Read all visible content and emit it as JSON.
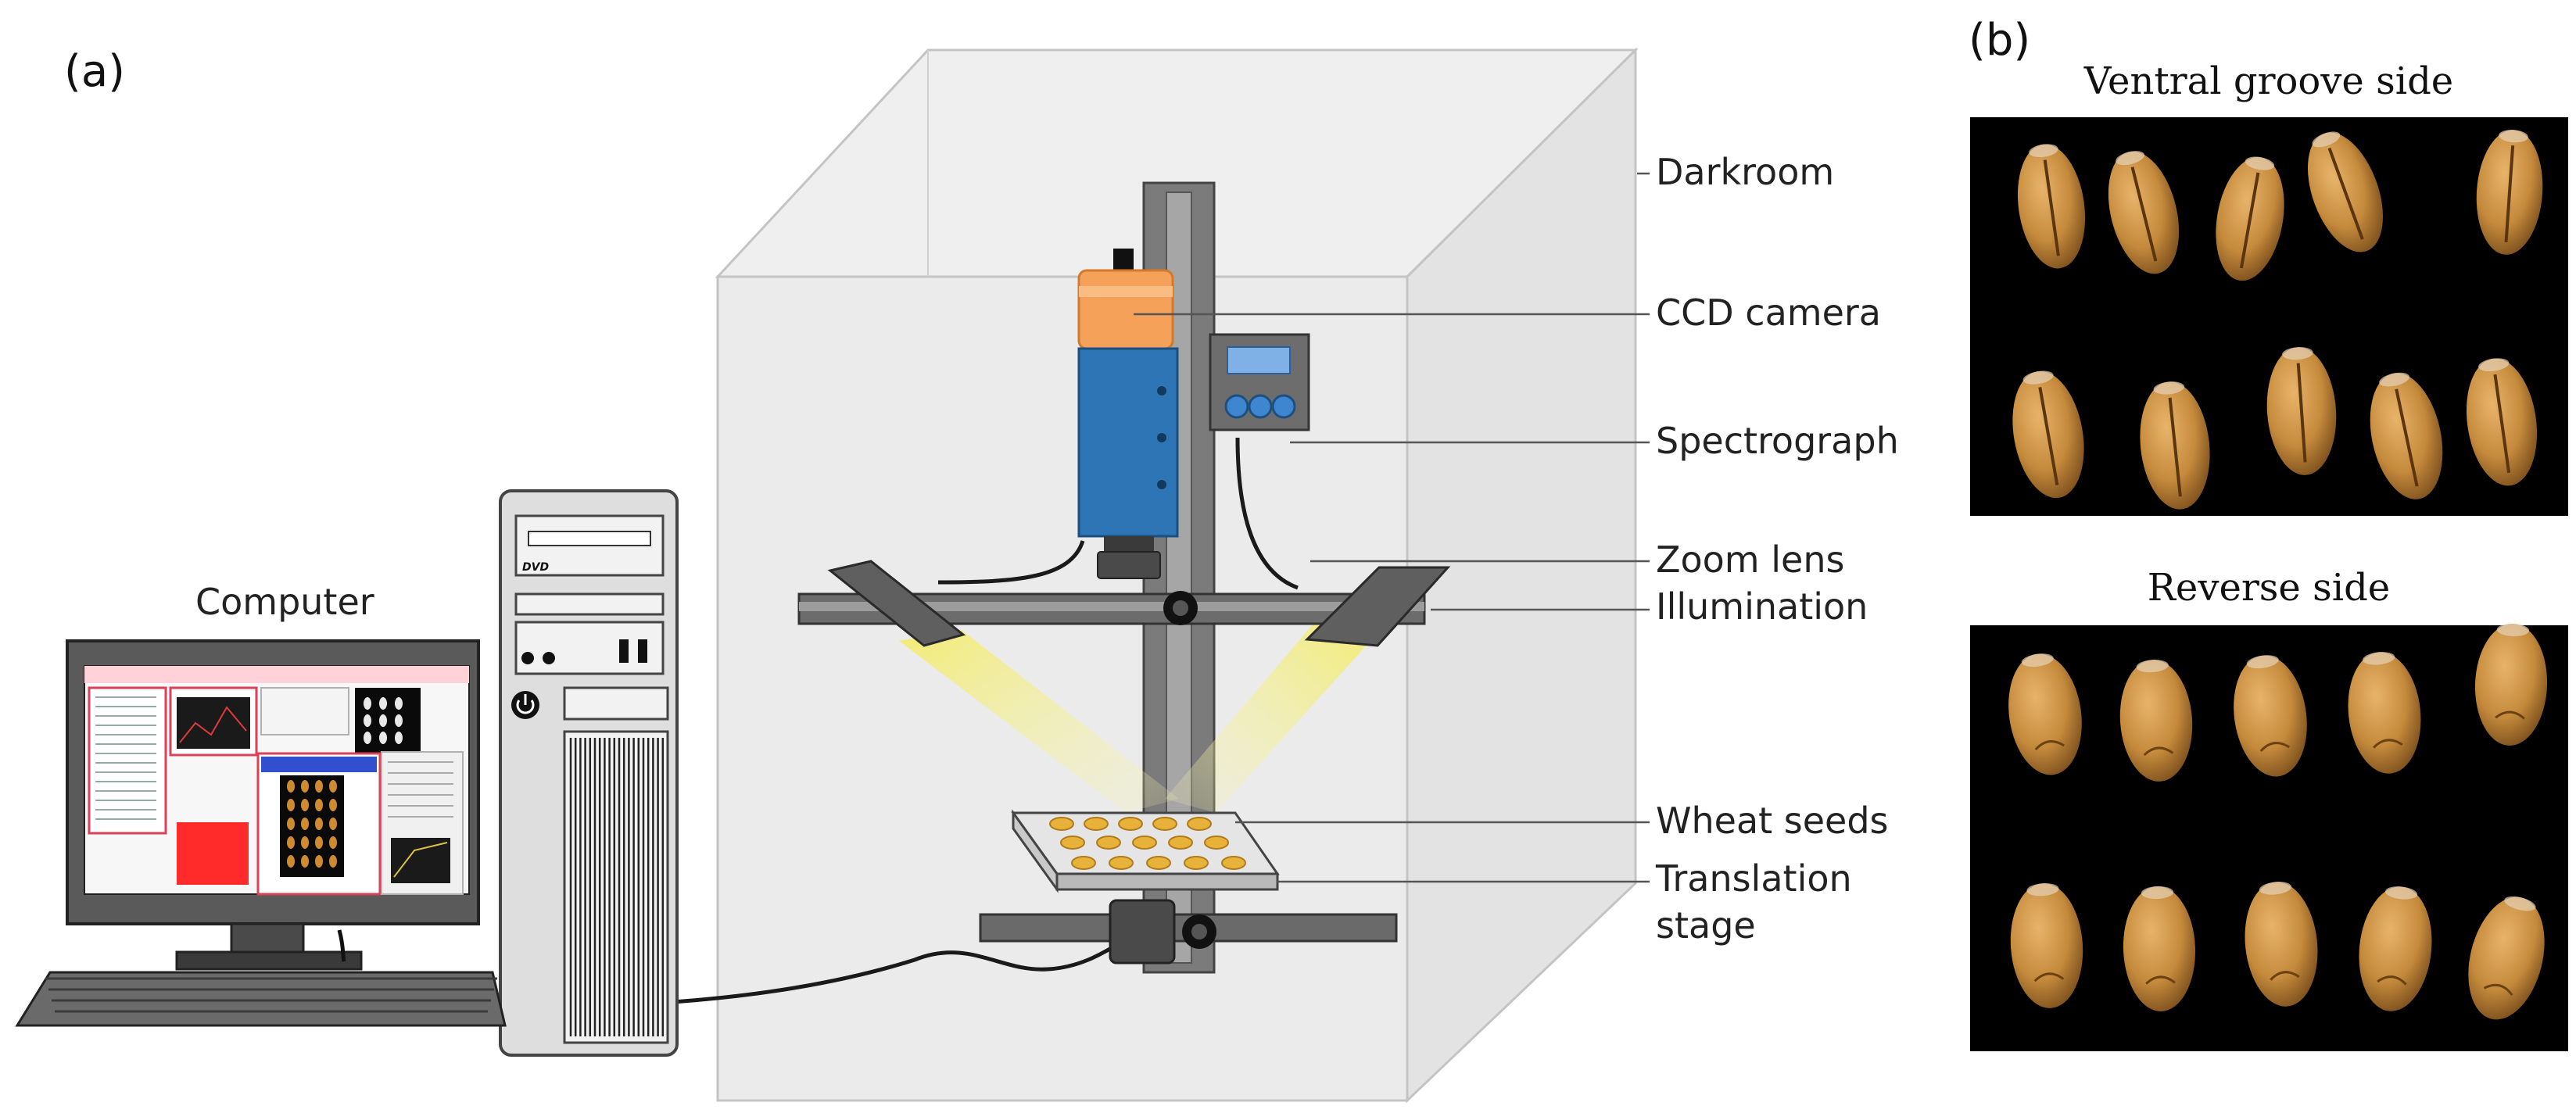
{
  "panel_a": {
    "label": "(a)",
    "computer_label": "Computer",
    "dvd_label": "DVD",
    "callouts": [
      {
        "id": "darkroom",
        "text": "Darkroom"
      },
      {
        "id": "ccd-camera",
        "text": "CCD camera"
      },
      {
        "id": "spectrograph",
        "text": "Spectrograph"
      },
      {
        "id": "zoom-lens",
        "text": "Zoom lens"
      },
      {
        "id": "illumination",
        "text": "Illumination"
      },
      {
        "id": "wheat-seeds",
        "text": "Wheat seeds"
      },
      {
        "id": "translation-stage",
        "text": "Translation stage"
      }
    ]
  },
  "panel_b": {
    "label": "(b)",
    "top_title": "Ventral groove side",
    "bottom_title": "Reverse side"
  },
  "colors": {
    "camera": "#f5a15a",
    "spectrograph": "#2e75b6",
    "light": "#f4ef8a",
    "seed": "#c9892f",
    "seed_plate": "#e8b23a"
  }
}
